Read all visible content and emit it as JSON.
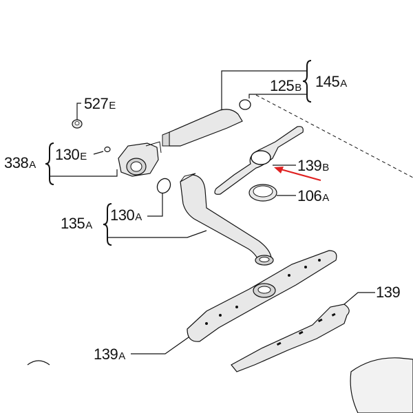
{
  "diagram": {
    "labels": [
      {
        "id": "145A",
        "num": "145",
        "suffix": "A"
      },
      {
        "id": "125B",
        "num": "125",
        "suffix": "B"
      },
      {
        "id": "527E",
        "num": "527",
        "suffix": "E"
      },
      {
        "id": "338A",
        "num": "338",
        "suffix": "A"
      },
      {
        "id": "130E",
        "num": "130",
        "suffix": "E"
      },
      {
        "id": "139B",
        "num": "139",
        "suffix": "B"
      },
      {
        "id": "106A",
        "num": "106",
        "suffix": "A"
      },
      {
        "id": "135A",
        "num": "135",
        "suffix": "A"
      },
      {
        "id": "130A",
        "num": "130",
        "suffix": "A"
      },
      {
        "id": "139",
        "num": "139",
        "suffix": ""
      },
      {
        "id": "139A",
        "num": "139",
        "suffix": "A"
      }
    ],
    "colors": {
      "line": "#111111",
      "part_fill": "#e8e8e8",
      "arrow": "#e02020"
    }
  }
}
